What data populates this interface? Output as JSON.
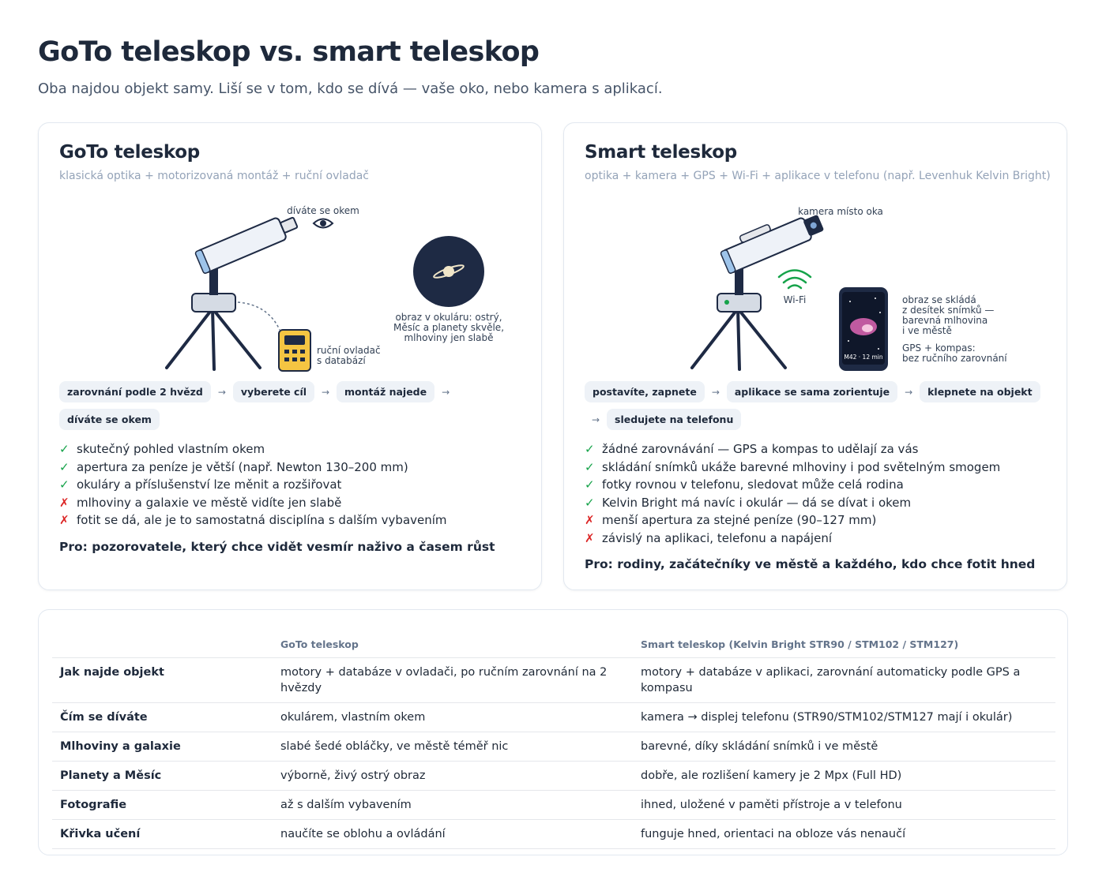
{
  "page": {
    "title": "GoTo teleskop vs. smart teleskop",
    "subtitle": "Oba najdou objekt samy. Liší se v tom, kdo se dívá — vaše oko, nebo kamera s aplikací."
  },
  "goto": {
    "title": "GoTo teleskop",
    "subtitle": "klasická optika + motorizovaná montáž + ruční ovladač",
    "illustration": {
      "eye_label": "díváte se okem",
      "view_label": [
        "obraz v okuláru: ostrý,",
        "Měsíc a planety skvěle,",
        "mlhoviny jen slabě"
      ],
      "controller_label": [
        "ruční ovladač",
        "s databází"
      ]
    },
    "steps": [
      "zarovnání podle 2 hvězd",
      "vyberete cíl",
      "montáž najede",
      "díváte se okem"
    ],
    "arrow": "→",
    "pros": [
      "skutečný pohled vlastním okem",
      "apertura za peníze je větší (např. Newton 130–200 mm)",
      "okuláry a příslušenství lze měnit a rozšiřovat"
    ],
    "cons": [
      "mlhoviny a galaxie ve městě vidíte jen slabě",
      "fotit se dá, ale je to samostatná disciplína s dalším vybavením"
    ],
    "verdict": "Pro: pozorovatele, který chce vidět vesmír naživo a časem růst"
  },
  "smart": {
    "title": "Smart teleskop",
    "subtitle": "optika + kamera + GPS + Wi-Fi + aplikace v telefonu (např. Levenhuk Kelvin Bright)",
    "illustration": {
      "camera_label": "kamera místo oka",
      "wifi_label": "Wi-Fi",
      "phone_caption": "M42 · 12 min",
      "stack_label": [
        "obraz se skládá",
        "z desítek snímků —",
        "barevná mlhovina",
        "i ve městě"
      ],
      "gps_label": [
        "GPS + kompas:",
        "bez ručního zarovnání"
      ]
    },
    "steps": [
      "postavíte, zapnete",
      "aplikace se sama zorientuje",
      "klepnete na objekt",
      "sledujete na telefonu"
    ],
    "arrow": "→",
    "pros": [
      "žádné zarovnávání — GPS a kompas to udělají za vás",
      "skládání snímků ukáže barevné mlhoviny i pod světelným smogem",
      "fotky rovnou v telefonu, sledovat může celá rodina",
      "Kelvin Bright má navíc i okulár — dá se dívat i okem"
    ],
    "cons": [
      "menší apertura za stejné peníze (90–127 mm)",
      "závislý na aplikaci, telefonu a napájení"
    ],
    "verdict": "Pro: rodiny, začátečníky ve městě a každého, kdo chce fotit hned"
  },
  "marks": {
    "pro": "✓",
    "con": "✗"
  },
  "table": {
    "headers": [
      "",
      "GoTo teleskop",
      "Smart teleskop (Kelvin Bright STR90 / STM102 / STM127)"
    ],
    "rows": [
      [
        "Jak najde objekt",
        "motory + databáze v ovladači, po ručním zarovnání na 2 hvězdy",
        "motory + databáze v aplikaci, zarovnání automaticky podle GPS a kompasu"
      ],
      [
        "Čím se díváte",
        "okulárem, vlastním okem",
        "kamera → displej telefonu (STR90/STM102/STM127 mají i okulár)"
      ],
      [
        "Mlhoviny a galaxie",
        "slabé šedé obláčky, ve městě téměř nic",
        "barevné, díky skládání snímků i ve městě"
      ],
      [
        "Planety a Měsíc",
        "výborně, živý ostrý obraz",
        "dobře, ale rozlišení kamery je 2 Mpx (Full HD)"
      ],
      [
        "Fotografie",
        "až s dalším vybavením",
        "ihned, uložené v paměti přístroje a v telefonu"
      ],
      [
        "Křivka učení",
        "naučíte se oblohu a ovládání",
        "funguje hned, orientaci na obloze vás nenaučí"
      ]
    ]
  },
  "colors": {
    "ink": "#1e2a44",
    "tube": "#eef2f8",
    "mount": "#d5dbe4",
    "controller": "#f5c542",
    "pro": "#16a34a",
    "con": "#dc2626",
    "wifi": "#16a34a",
    "nebula": "#c05aa0"
  }
}
